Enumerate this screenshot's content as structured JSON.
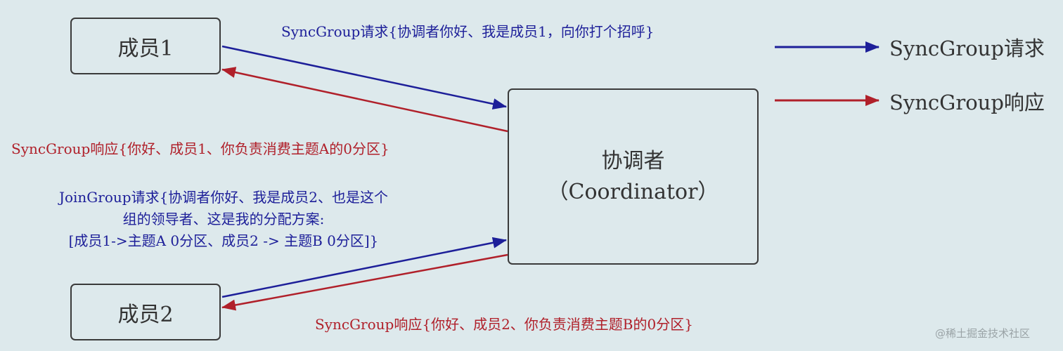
{
  "nodes": {
    "member1": "成员1",
    "member2": "成员2",
    "coordinator_line1": "协调者",
    "coordinator_line2": "（Coordinator）"
  },
  "edge_labels": {
    "member1_request": "SyncGroup请求{协调者你好、我是成员1，向你打个招呼}",
    "member1_response": "SyncGroup响应{你好、成员1、你负责消费主题A的0分区}",
    "member2_request_line1": "JoinGroup请求{协调者你好、我是成员2、也是这个",
    "member2_request_line2": "组的领导者、这是我的分配方案:",
    "member2_request_line3": "[成员1->主题A 0分区、成员2 -> 主题B 0分区]}",
    "member2_response": "SyncGroup响应{你好、成员2、你负责消费主题B的0分区}"
  },
  "legend": {
    "request_label": "SyncGroup请求",
    "response_label": "SyncGroup响应"
  },
  "watermark": "@稀土掘金技术社区",
  "colors": {
    "request": "#1d1f99",
    "response": "#b0202a",
    "background": "#dde9ec",
    "border": "#3a3a3a"
  }
}
